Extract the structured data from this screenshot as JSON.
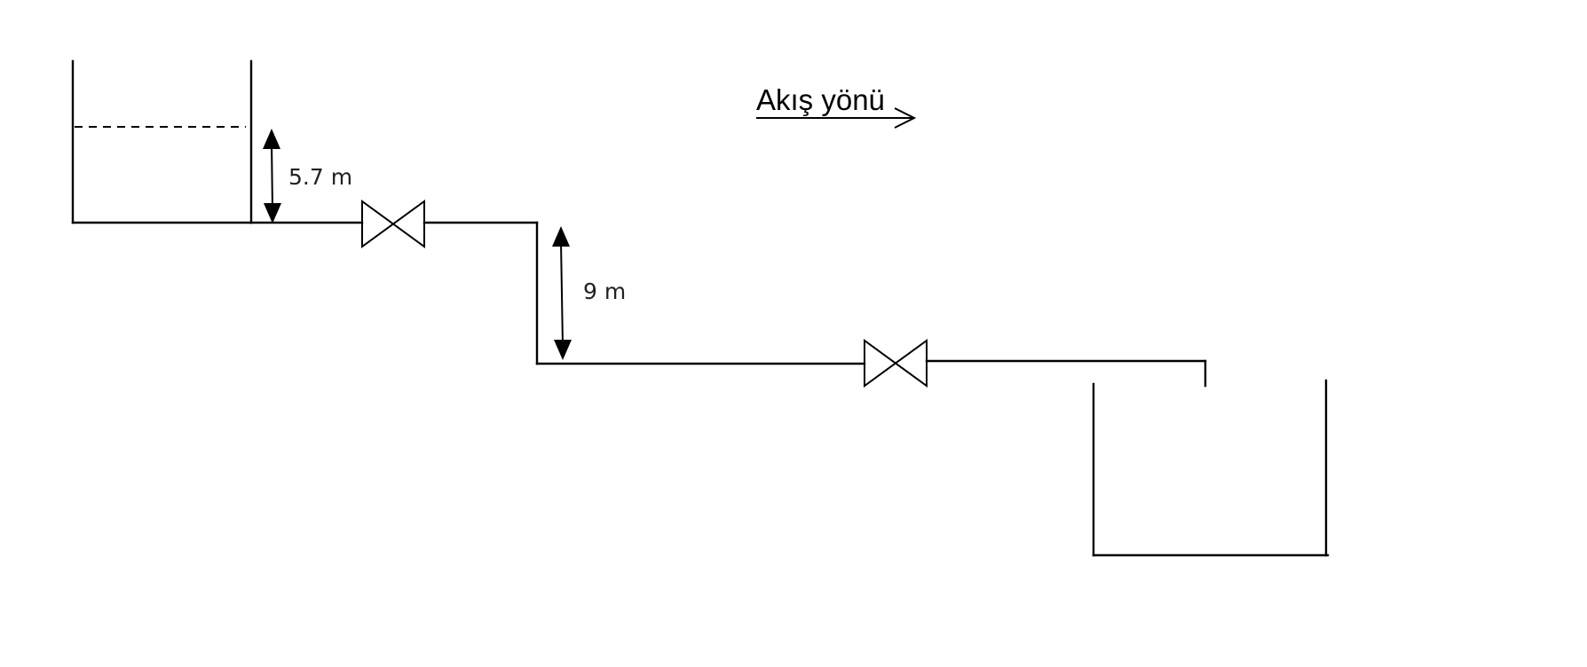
{
  "diagram": {
    "flow_label": "Akış yönü",
    "upper_head_label": "5.7 m",
    "pipe_drop_label": "9 m"
  }
}
